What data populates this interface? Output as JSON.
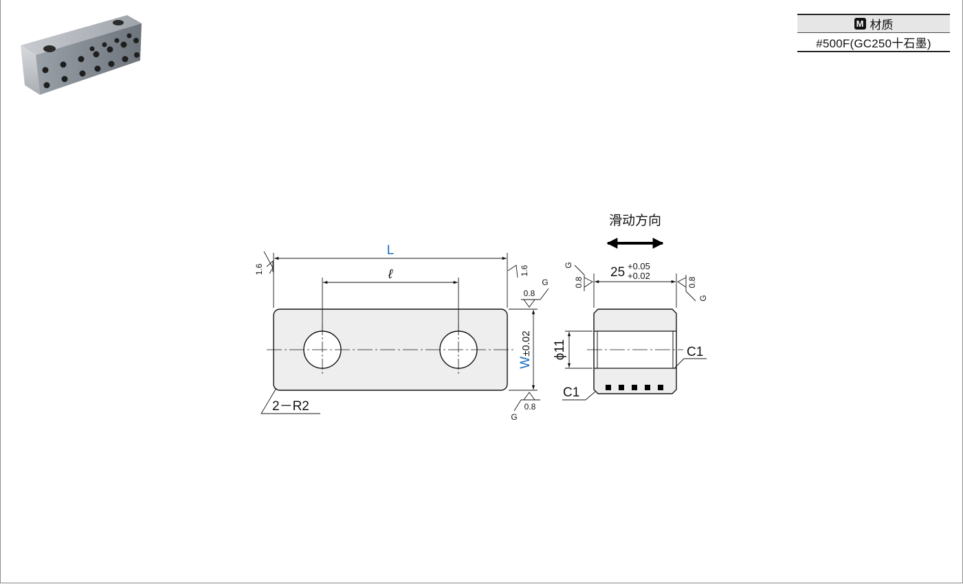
{
  "material_table": {
    "badge": "M",
    "header": "材质",
    "value": "#500F(GC250十石墨)"
  },
  "drawing": {
    "sliding_direction": "滑动方向",
    "dim_L": "L",
    "dim_l": "ℓ",
    "dim_W": "W",
    "dim_W_tol": "±0.02",
    "dim_width": "25",
    "tol_upper": "+0.05",
    "tol_lower": "+0.02",
    "corner_radius": "2－R2",
    "hole_dia": "ϕ11",
    "chamfer_right": "C1",
    "chamfer_left": "C1",
    "roughness_1_6": "1.6",
    "roughness_0_8": "0.8",
    "grind_G": "G"
  },
  "colors": {
    "dimension_blue": "#1a6fc0",
    "part_fill": "#eeeeee"
  }
}
